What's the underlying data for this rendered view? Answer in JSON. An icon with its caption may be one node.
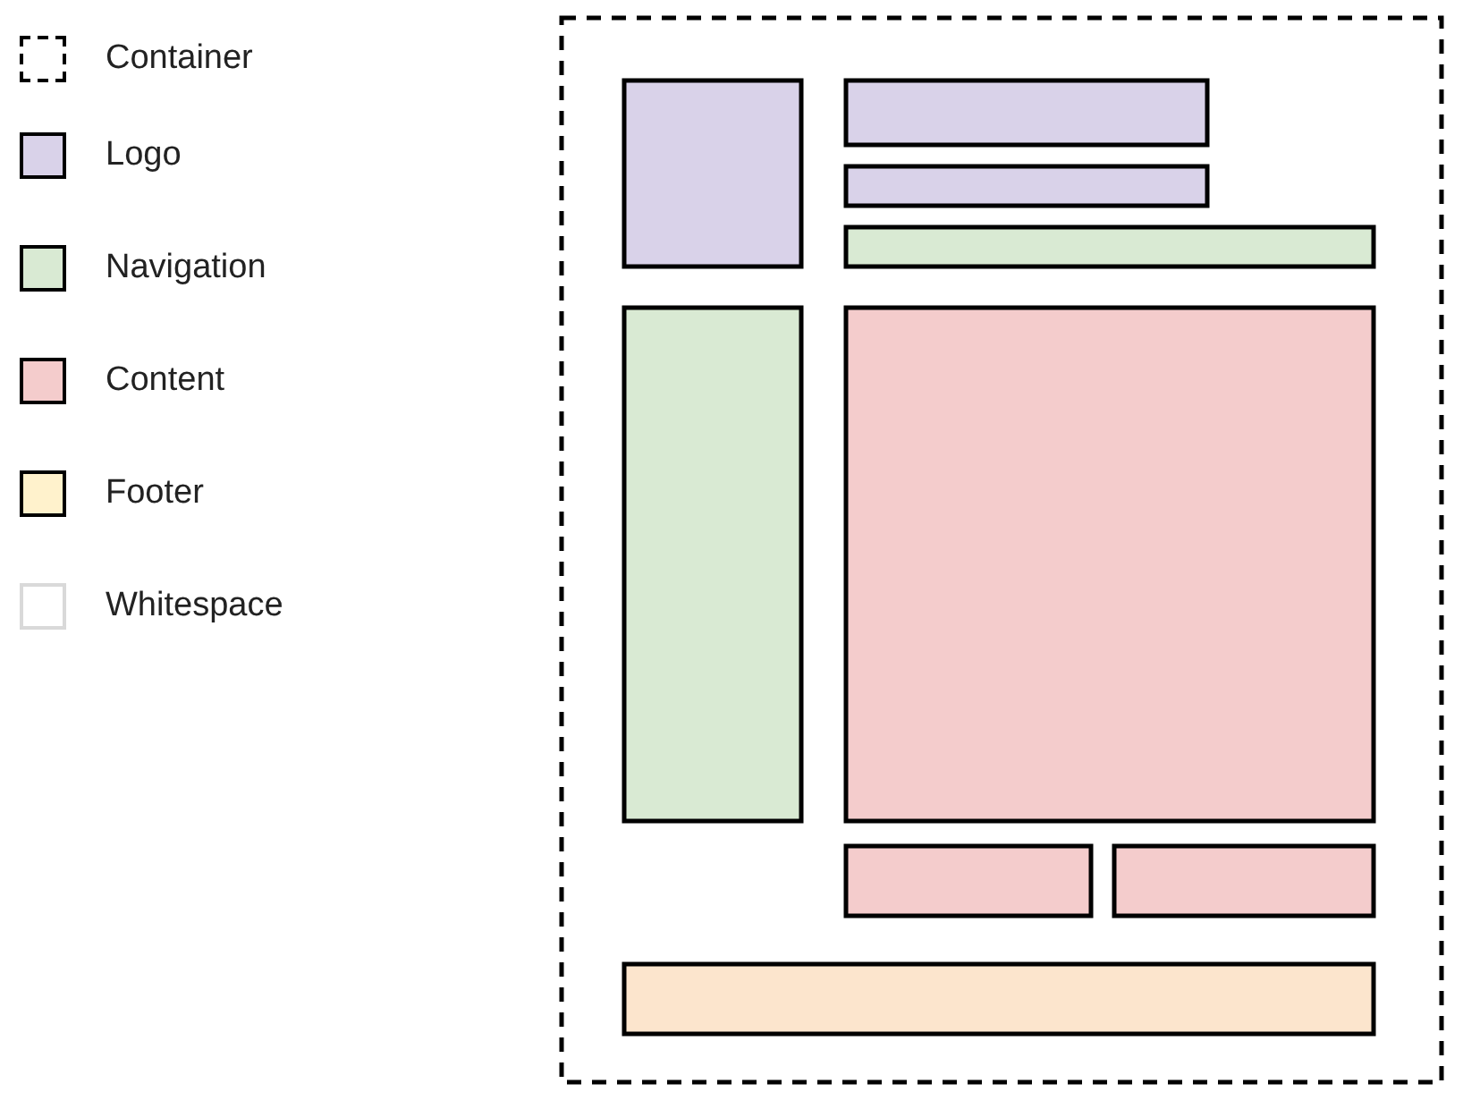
{
  "diagram": {
    "legend": [
      {
        "text": "Container"
      },
      {
        "text": "Logo",
        "color": "#d9d2e9"
      },
      {
        "text": "Navigation",
        "color": "#d9ead3"
      },
      {
        "text": "Content",
        "color": "#f4cccc"
      },
      {
        "text": "Footer",
        "color": "#fff2cc"
      },
      {
        "text": "Whitespace",
        "color": "#ffffff"
      }
    ]
  }
}
